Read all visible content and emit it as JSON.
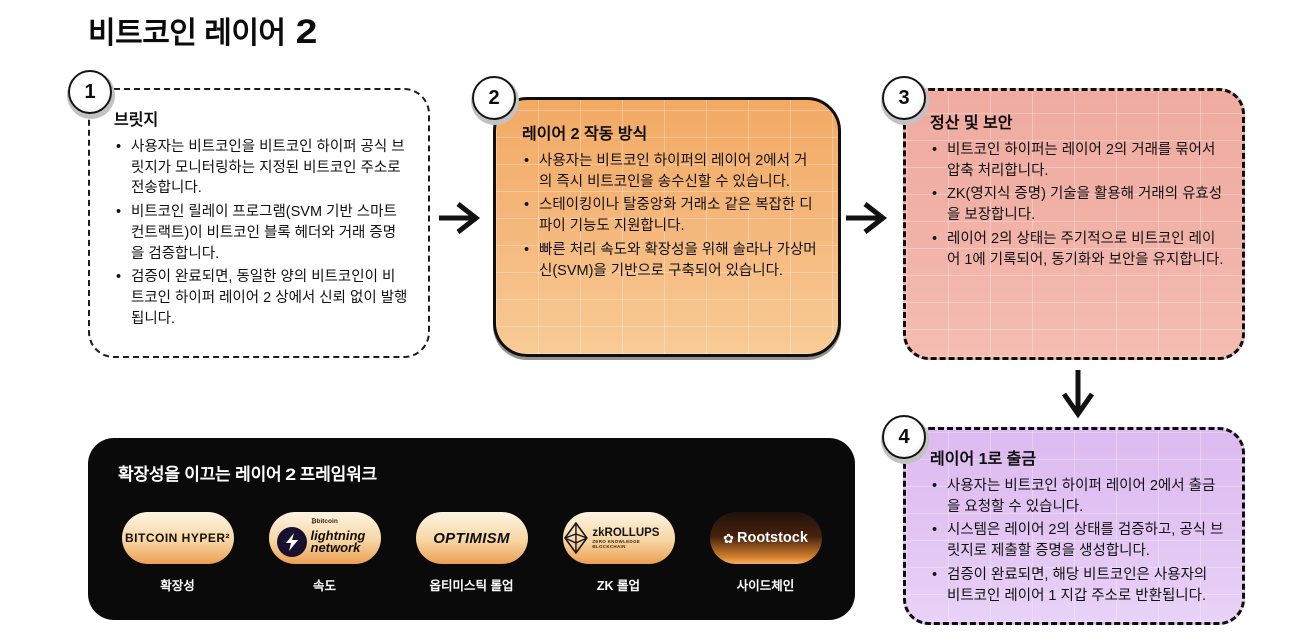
{
  "title": {
    "text": "비트코인 레이어",
    "number": "2"
  },
  "steps": [
    {
      "number": "1",
      "heading": "브릿지",
      "bullets": [
        "사용자는 비트코인을 비트코인 하이퍼 공식 브릿지가 모니터링하는 지정된 비트코인 주소로 전송합니다.",
        "비트코인 릴레이 프로그램(SVM 기반 스마트 컨트랙트)이 비트코인 블록 헤더와 거래 증명을 검증합니다.",
        "검증이 완료되면, 동일한 양의 비트코인이 비트코인 하이퍼 레이어 2 상에서 신뢰 없이 발행됩니다."
      ]
    },
    {
      "number": "2",
      "heading": "레이어 2 작동 방식",
      "bullets": [
        "사용자는 비트코인 하이퍼의 레이어 2에서 거의 즉시 비트코인을 송수신할 수 있습니다.",
        "스테이킹이나 탈중앙화 거래소 같은 복잡한 디파이 기능도 지원합니다.",
        "빠른 처리 속도와 확장성을 위해 솔라나 가상머신(SVM)을 기반으로 구축되어 있습니다."
      ]
    },
    {
      "number": "3",
      "heading": "정산 및 보안",
      "bullets": [
        "비트코인 하이퍼는 레이어 2의 거래를 묶어서 압축 처리합니다.",
        "ZK(영지식 증명) 기술을 활용해 거래의 유효성을 보장합니다.",
        "레이어 2의 상태는 주기적으로 비트코인 레이어 1에 기록되어, 동기화와 보안을 유지합니다."
      ]
    },
    {
      "number": "4",
      "heading": "레이어 1로 출금",
      "bullets": [
        "사용자는 비트코인 하이퍼 레이어 2에서 출금을 요청할 수 있습니다.",
        "시스템은 레이어 2의 상태를 검증하고, 공식 브릿지로 제출할 증명을 생성합니다.",
        "검증이 완료되면, 해당 비트코인은 사용자의 비트코인 레이어 1 지갑 주소로 반환됩니다."
      ]
    }
  ],
  "frameworks_panel": {
    "heading_text": "확장성을 이끄는 레이어",
    "heading_number": "2",
    "heading_tail": "프레임워크",
    "items": [
      {
        "logo": "BITCOIN HYPER²",
        "label": "확장성"
      },
      {
        "logo": "lightning network",
        "logo_top": "₿bitcoin",
        "label": "속도"
      },
      {
        "logo": "OPTIMISM",
        "label": "옵티미스틱 롤업"
      },
      {
        "logo": "zkROLLUPS",
        "logo_sub": "ZERO KNOWLEDGE BLOCKCHAIN",
        "label": "ZK 롤업"
      },
      {
        "logo": "Rootstock",
        "label": "사이드체인"
      }
    ]
  },
  "colors": {
    "orange_box": "#f2aa64",
    "pink_box": "#efaba0",
    "purple_box": "#ddbaf0",
    "panel_bg": "#0a0a0a",
    "pill_gradient_bottom": "#ec9f52",
    "arrow": "#111111"
  }
}
